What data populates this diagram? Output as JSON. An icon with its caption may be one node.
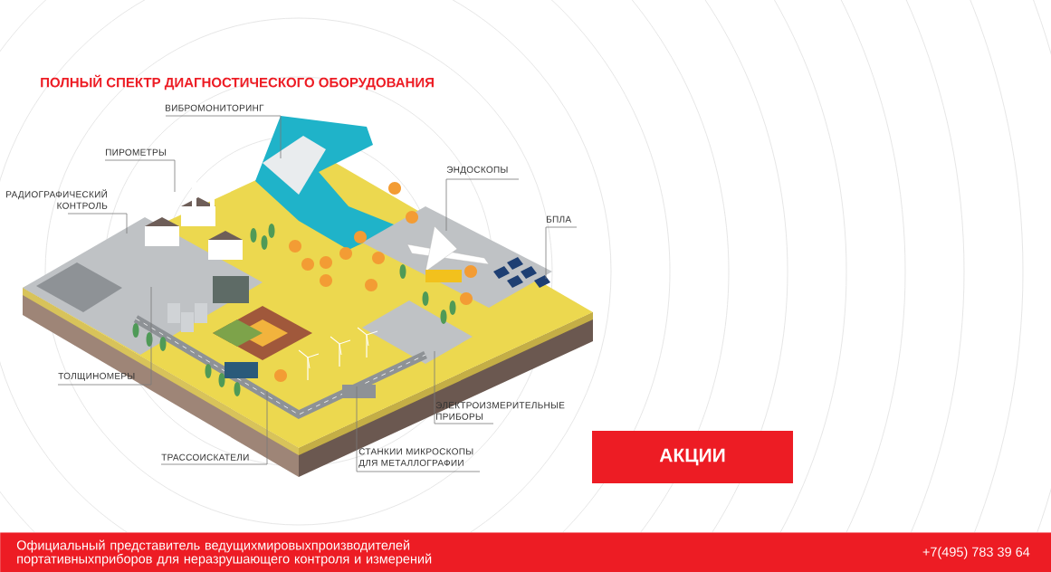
{
  "diagram": {
    "title": "ПОЛНЫЙ СПЕКТР ДИАГНОСТИЧЕСКОГО ОБОРУДОВАНИЯ",
    "nodes": [
      {
        "text": [
          "ВИБРОМОНИТОРИНГ"
        ]
      },
      {
        "text": [
          "ПИРОМЕТРЫ"
        ]
      },
      {
        "text": [
          "РАДИОГРАФИЧЕСКИЙ КОНТРОЛЬ"
        ]
      },
      {
        "text": [
          "ЭНДОСКОПЫ"
        ]
      },
      {
        "text": [
          "БПЛА"
        ]
      },
      {
        "text": [
          "ТОЛЩИНОМЕРЫ"
        ]
      },
      {
        "text": [
          "ТРАССОИСКАТЕЛИ"
        ]
      },
      {
        "text": [
          "ЭЛЕКТРОИЗМЕРИТЕЛЬНЫЕ ПРИБОРЫ"
        ]
      },
      {
        "text": [
          "СТАНКИИ МИКРОСКОПЫ ДЛЯ МЕТАЛЛОГРАФИИ"
        ]
      },
      {
        "text": [
          "АКЦИИ"
        ]
      },
      {
        "text": [
          "Официальный представитель ведущихмировыхпроизводителей портативныхприборов для неразрушающего контроля и измерений",
          "+7(495) 783 39 64"
        ]
      }
    ],
    "edges": [
      {
        "from": 0,
        "to": null,
        "arrow": "none"
      },
      {
        "from": 1,
        "to": null,
        "arrow": "none"
      },
      {
        "from": 2,
        "to": null,
        "arrow": "none"
      },
      {
        "from": 3,
        "to": null,
        "arrow": "none"
      },
      {
        "from": 4,
        "to": null,
        "arrow": "none"
      },
      {
        "from": 5,
        "to": null,
        "arrow": "none"
      },
      {
        "from": 6,
        "to": null,
        "arrow": "none"
      },
      {
        "from": 7,
        "to": null,
        "arrow": "none"
      },
      {
        "from": 8,
        "to": null,
        "arrow": "none"
      }
    ]
  }
}
